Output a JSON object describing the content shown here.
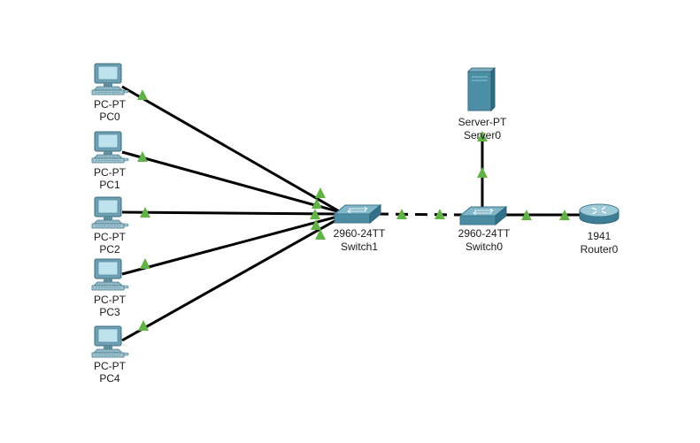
{
  "devices": {
    "pc0": {
      "model": "PC-PT",
      "name": "PC0"
    },
    "pc1": {
      "model": "PC-PT",
      "name": "PC1"
    },
    "pc2": {
      "model": "PC-PT",
      "name": "PC2"
    },
    "pc3": {
      "model": "PC-PT",
      "name": "PC3"
    },
    "pc4": {
      "model": "PC-PT",
      "name": "PC4"
    },
    "switch1": {
      "model": "2960-24TT",
      "name": "Switch1"
    },
    "switch0": {
      "model": "2960-24TT",
      "name": "Switch0"
    },
    "server0": {
      "model": "Server-PT",
      "name": "Server0"
    },
    "router0": {
      "model": "1941",
      "name": "Router0"
    }
  },
  "links": [
    {
      "from": "PC0",
      "to": "Switch1",
      "status": "up"
    },
    {
      "from": "PC1",
      "to": "Switch1",
      "status": "up"
    },
    {
      "from": "PC2",
      "to": "Switch1",
      "status": "up"
    },
    {
      "from": "PC3",
      "to": "Switch1",
      "status": "up"
    },
    {
      "from": "PC4",
      "to": "Switch1",
      "status": "up"
    },
    {
      "from": "Switch1",
      "to": "Switch0",
      "status": "up",
      "style": "dashed"
    },
    {
      "from": "Server0",
      "to": "Switch0",
      "status": "up"
    },
    {
      "from": "Switch0",
      "to": "Router0",
      "status": "up"
    }
  ],
  "colors": {
    "link": "#000000",
    "link_up_indicator": "#62b346",
    "device_teal": "#4a8fa8",
    "label": "#1a1a1a"
  },
  "icons": {
    "pc": "desktop-pc-icon",
    "switch": "switch-icon",
    "server": "server-tower-icon",
    "router": "router-icon"
  }
}
